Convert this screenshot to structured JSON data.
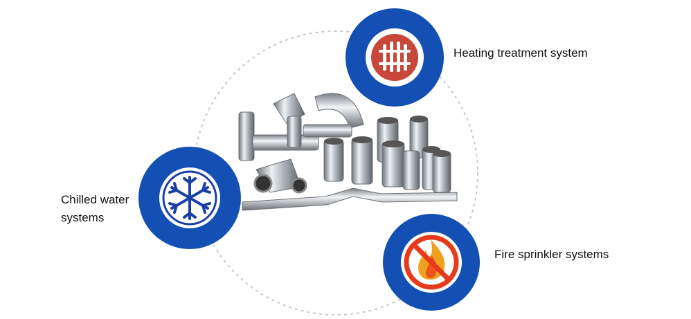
{
  "labels": {
    "heating": "Heating treatment system",
    "chilled": "Chilled water systems",
    "fire": "Fire sprinkler systems"
  },
  "icons": {
    "heating": "radiator-icon",
    "chilled": "snowflake-icon",
    "fire": "no-fire-icon",
    "center": "press-fittings-image"
  },
  "colors": {
    "badge_blue": "#1450b4",
    "heating_red": "#c8473a",
    "fire_orange": "#e8561c",
    "ring_gray": "#c8c8c8"
  }
}
